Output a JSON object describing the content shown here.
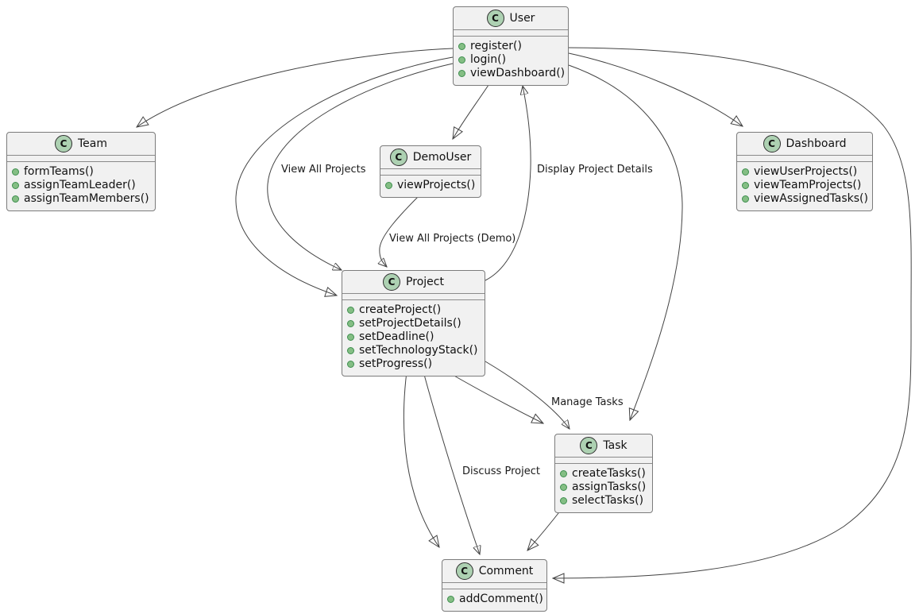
{
  "diagram_type": "uml-class-diagram",
  "icon_letter": "C",
  "colors": {
    "class_fill": "#F1F1F1",
    "class_border": "#7b7b7b",
    "circle_fill": "#ADD1B2",
    "method_dot": "#84BE84",
    "edge_stroke": "#424242",
    "background": "#ffffff"
  },
  "classes": [
    {
      "name": "User",
      "methods": [
        "register()",
        "login()",
        "viewDashboard()"
      ]
    },
    {
      "name": "Team",
      "methods": [
        "formTeams()",
        "assignTeamLeader()",
        "assignTeamMembers()"
      ]
    },
    {
      "name": "DemoUser",
      "methods": [
        "viewProjects()"
      ]
    },
    {
      "name": "Dashboard",
      "methods": [
        "viewUserProjects()",
        "viewTeamProjects()",
        "viewAssignedTasks()"
      ]
    },
    {
      "name": "Project",
      "methods": [
        "createProject()",
        "setProjectDetails()",
        "setDeadline()",
        "setTechnologyStack()",
        "setProgress()"
      ]
    },
    {
      "name": "Task",
      "methods": [
        "createTasks()",
        "assignTasks()",
        "selectTasks()"
      ]
    },
    {
      "name": "Comment",
      "methods": [
        "addComment()"
      ]
    }
  ],
  "edge_labels": {
    "view_all_projects": "View All Projects",
    "display_project_details": "Display Project Details",
    "view_all_projects_demo": "View All Projects (Demo)",
    "manage_tasks": "Manage Tasks",
    "discuss_project": "Discuss Project"
  },
  "relationships": [
    {
      "from": "User",
      "to": "Team",
      "arrowhead": "hollow",
      "label": ""
    },
    {
      "from": "User",
      "to": "Project",
      "arrowhead": "hollow",
      "label": ""
    },
    {
      "from": "User",
      "to": "Project",
      "arrowhead": "solid",
      "label": "View All Projects"
    },
    {
      "from": "User",
      "to": "DemoUser",
      "arrowhead": "hollow",
      "label": ""
    },
    {
      "from": "Project",
      "to": "User",
      "arrowhead": "solid",
      "label": "Display Project Details"
    },
    {
      "from": "DemoUser",
      "to": "Project",
      "arrowhead": "solid",
      "label": "View All Projects (Demo)"
    },
    {
      "from": "User",
      "to": "Dashboard",
      "arrowhead": "hollow",
      "label": ""
    },
    {
      "from": "User",
      "to": "Task",
      "arrowhead": "hollow",
      "label": ""
    },
    {
      "from": "User",
      "to": "Comment",
      "arrowhead": "hollow",
      "label": ""
    },
    {
      "from": "Project",
      "to": "Task",
      "arrowhead": "hollow",
      "label": ""
    },
    {
      "from": "Project",
      "to": "Task",
      "arrowhead": "solid",
      "label": "Manage Tasks"
    },
    {
      "from": "Project",
      "to": "Comment",
      "arrowhead": "hollow",
      "label": ""
    },
    {
      "from": "Project",
      "to": "Comment",
      "arrowhead": "solid",
      "label": "Discuss Project"
    },
    {
      "from": "Task",
      "to": "Comment",
      "arrowhead": "hollow",
      "label": ""
    }
  ]
}
